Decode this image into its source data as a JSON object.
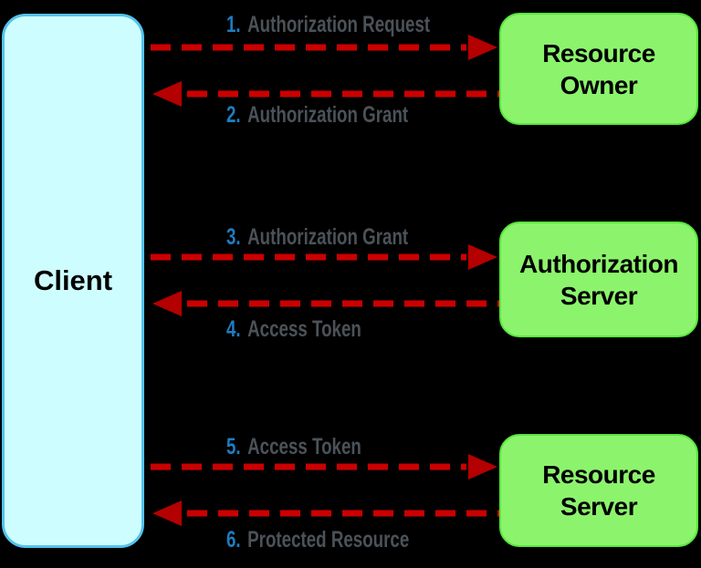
{
  "client": {
    "label": "Client",
    "fill": "#cdfdff",
    "border": "#54c2ec",
    "text_color": "#000000"
  },
  "entities": [
    {
      "lines": [
        "Resource",
        "Owner"
      ]
    },
    {
      "lines": [
        "Authorization",
        "Server"
      ]
    },
    {
      "lines": [
        "Resource",
        "Server"
      ]
    }
  ],
  "entity_style": {
    "fill": "#8cf46c",
    "border": "#57e83b",
    "text_color": "#000000"
  },
  "flows": [
    {
      "number": "1.",
      "label": "Authorization Request",
      "direction": "right"
    },
    {
      "number": "2.",
      "label": "Authorization Grant",
      "direction": "left"
    },
    {
      "number": "3.",
      "label": "Authorization Grant",
      "direction": "right"
    },
    {
      "number": "4.",
      "label": "Access Token",
      "direction": "left"
    },
    {
      "number": "5.",
      "label": "Access Token",
      "direction": "right"
    },
    {
      "number": "6.",
      "label": "Protected Resource",
      "direction": "left"
    }
  ],
  "colors": {
    "background": "#000000",
    "arrow_dash": "#cb0000",
    "arrow_head": "#b40000",
    "flow_number": "#1f7dc0",
    "flow_label": "#4b5258"
  }
}
